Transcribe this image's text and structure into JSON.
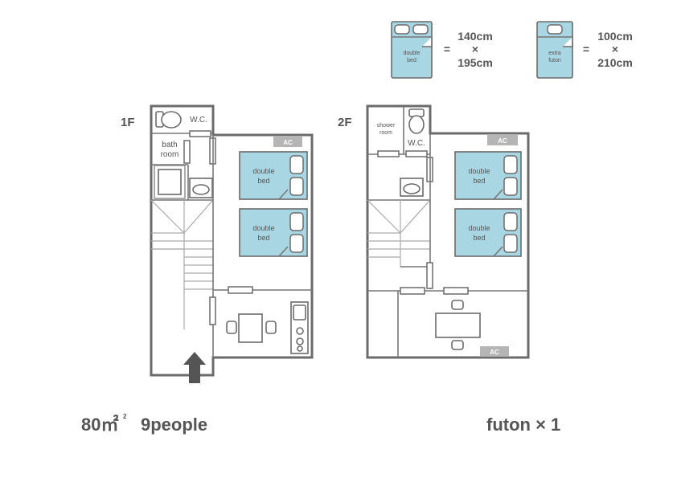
{
  "legend": {
    "double": {
      "line1": "double",
      "line2": "bed",
      "eq": "=",
      "w": "140cm",
      "x": "×",
      "h": "195cm"
    },
    "futon": {
      "line1": "extra",
      "line2": "futon",
      "eq": "=",
      "w": "100cm",
      "x": "×",
      "h": "210cm"
    }
  },
  "floor1": {
    "label": "1F",
    "wc": "W.C.",
    "bath_line1": "bath",
    "bath_line2": "room",
    "ac": "AC",
    "bed1_line1": "double",
    "bed1_line2": "bed",
    "bed2_line1": "double",
    "bed2_line2": "bed"
  },
  "floor2": {
    "label": "2F",
    "shower_line1": "shower",
    "shower_line2": "room",
    "wc": "W.C.",
    "ac_top": "AC",
    "ac_bottom": "AC",
    "bed1_line1": "double",
    "bed1_line2": "bed",
    "bed2_line1": "double",
    "bed2_line2": "bed"
  },
  "footer": {
    "area": "80㎡",
    "area_sup": "2",
    "people": "9people",
    "futon": "futon × 1"
  },
  "colors": {
    "bed_fill": "#a9d6e3",
    "wall": "#6b6b6b",
    "ac_badge": "#b5b5b5"
  }
}
